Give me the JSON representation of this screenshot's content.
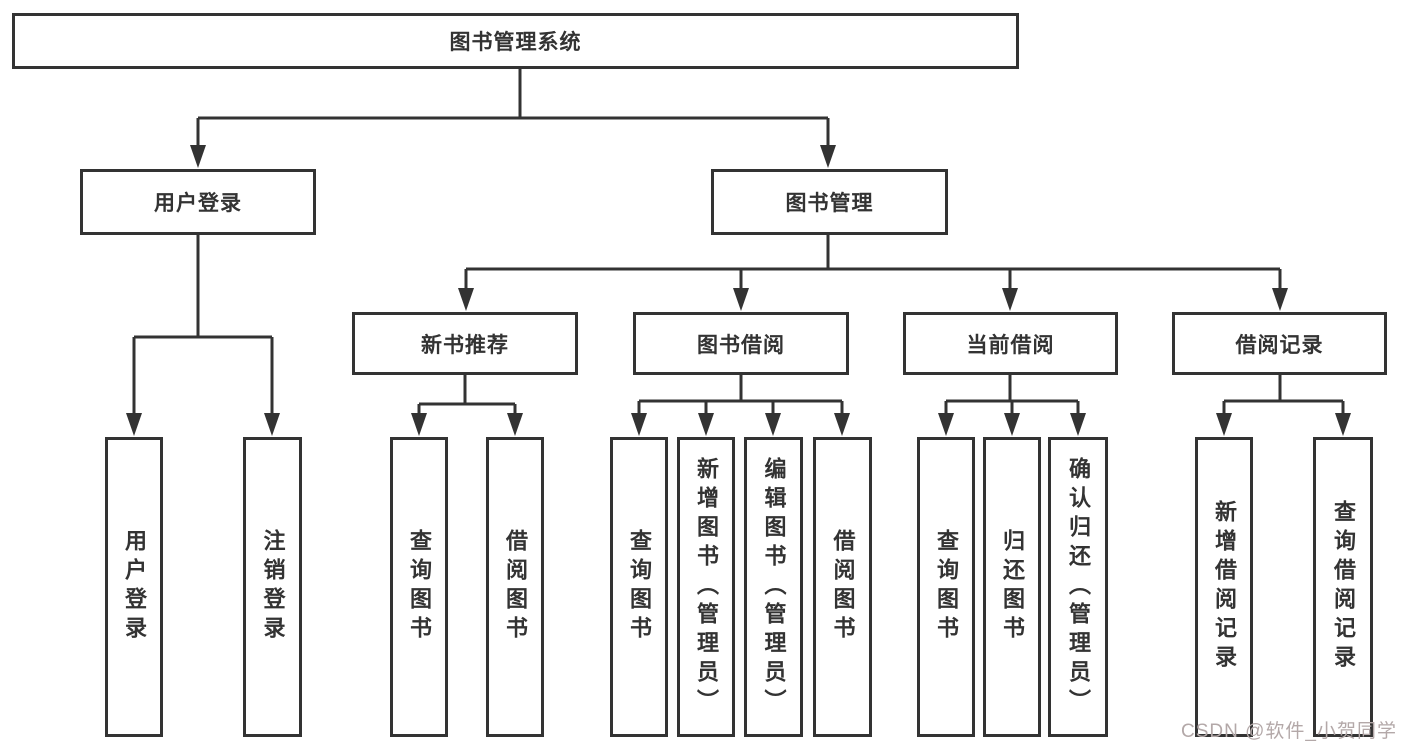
{
  "diagram": {
    "type": "hierarchy",
    "colors": {
      "line": "#333333",
      "box_border": "#333333",
      "text": "#333333",
      "background": "#ffffff",
      "watermark": "#b3a8a8"
    }
  },
  "tree": {
    "label": "图书管理系统",
    "children": [
      {
        "label": "用户登录",
        "children": [
          {
            "label": "用户登录"
          },
          {
            "label": "注销登录"
          }
        ]
      },
      {
        "label": "图书管理",
        "children": [
          {
            "label": "新书推荐",
            "children": [
              {
                "label": "查询图书"
              },
              {
                "label": "借阅图书"
              }
            ]
          },
          {
            "label": "图书借阅",
            "children": [
              {
                "label": "查询图书"
              },
              {
                "label": "新增图书（管理员）"
              },
              {
                "label": "编辑图书（管理员）"
              },
              {
                "label": "借阅图书"
              }
            ]
          },
          {
            "label": "当前借阅",
            "children": [
              {
                "label": "查询图书"
              },
              {
                "label": "归还图书"
              },
              {
                "label": "确认归还（管理员）"
              }
            ]
          },
          {
            "label": "借阅记录",
            "children": [
              {
                "label": "新增借阅记录"
              },
              {
                "label": "查询借阅记录"
              }
            ]
          }
        ]
      }
    ]
  },
  "watermark": "CSDN @软件_小贺同学"
}
